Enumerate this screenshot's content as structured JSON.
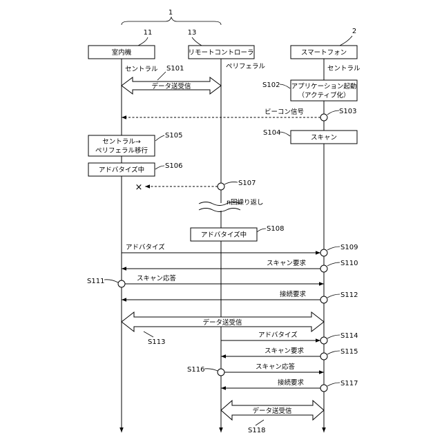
{
  "system": {
    "ref": "1"
  },
  "participants": [
    {
      "ref": "11",
      "label": "室内機",
      "role": "セントラル"
    },
    {
      "ref": "13",
      "label": "リモートコントローラ",
      "role": "ペリフェラル"
    },
    {
      "ref": "2",
      "label": "スマートフォン",
      "role": "セントラル"
    }
  ],
  "steps": {
    "s101": {
      "ref": "S101",
      "label": "データ送受信"
    },
    "s102": {
      "ref": "S102",
      "line1": "アプリケーション起動",
      "line2": "（アクティブ化）"
    },
    "s103": {
      "ref": "S103",
      "label": "ビーコン信号"
    },
    "s104": {
      "ref": "S104",
      "label": "スキャン"
    },
    "s105": {
      "ref": "S105",
      "line1": "セントラル→",
      "line2": "ペリフェラル移行"
    },
    "s106": {
      "ref": "S106",
      "label": "アドバタイズ中"
    },
    "s107": {
      "ref": "S107",
      "mark": "×"
    },
    "repeat": {
      "label": "n回繰り返し"
    },
    "s108": {
      "ref": "S108",
      "label": "アドバタイズ中"
    },
    "s109": {
      "ref": "S109",
      "label": "アドバタイズ"
    },
    "s110": {
      "ref": "S110",
      "label": "スキャン要求"
    },
    "s111": {
      "ref": "S111",
      "label": "スキャン応答"
    },
    "s112": {
      "ref": "S112",
      "label": "接続要求"
    },
    "s113": {
      "ref": "S113",
      "label": "データ送受信"
    },
    "s114": {
      "ref": "S114",
      "label": "アドバタイズ"
    },
    "s115": {
      "ref": "S115",
      "label": "スキャン要求"
    },
    "s116": {
      "ref": "S116",
      "label": "スキャン応答"
    },
    "s117": {
      "ref": "S117",
      "label": "接続要求"
    },
    "s118": {
      "ref": "S118",
      "label": "データ送受信"
    }
  }
}
